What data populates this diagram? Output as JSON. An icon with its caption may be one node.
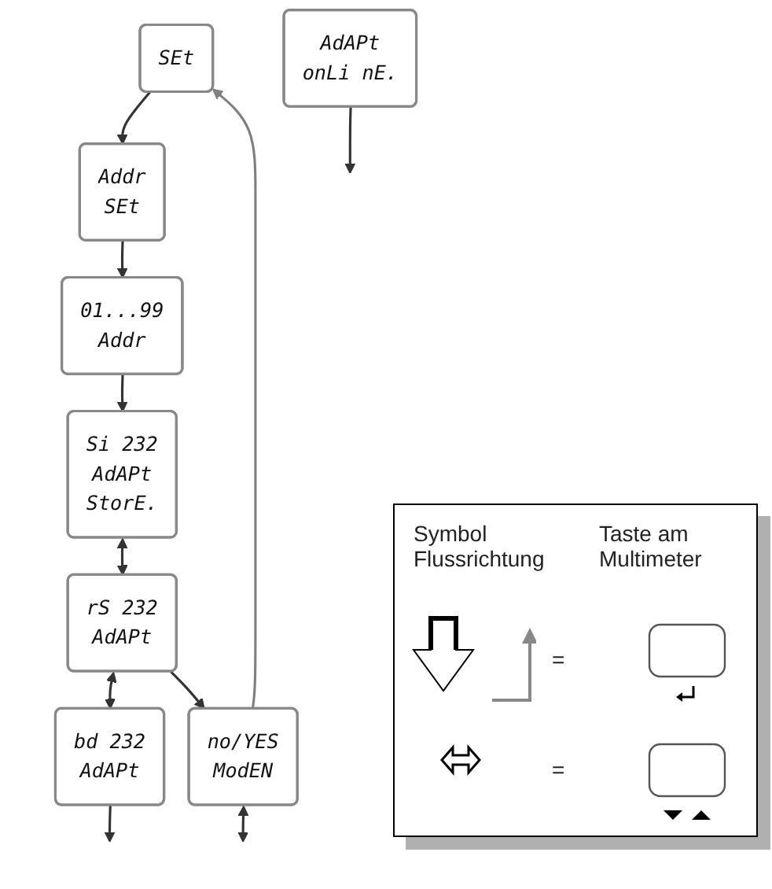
{
  "diagram": {
    "nodes": [
      {
        "text": [
          "SEt"
        ]
      },
      {
        "text": [
          "Addr",
          "SEt"
        ]
      },
      {
        "text": [
          "01...99",
          "Addr"
        ]
      },
      {
        "text": [
          "Si 232",
          "AdAPt",
          "StorE."
        ]
      },
      {
        "text": [
          "AdAPt",
          "onLi nE."
        ]
      },
      {
        "text": [
          "rS 232",
          "AdAPt"
        ]
      },
      {
        "text": [
          "bd 232",
          "AdAPt"
        ]
      },
      {
        "text": [
          "no/YES",
          "ModEN"
        ]
      }
    ],
    "edges": [
      {
        "from": 0,
        "to": 1,
        "arrow": "to"
      },
      {
        "from": 1,
        "to": 2,
        "arrow": "to"
      },
      {
        "from": 2,
        "to": 3,
        "arrow": "to"
      },
      {
        "from": 3,
        "to": 5,
        "arrow": "both"
      },
      {
        "from": 5,
        "to": 6,
        "arrow": "both"
      },
      {
        "from": 4,
        "to": null,
        "arrow": "to"
      },
      {
        "from": 5,
        "to": 7,
        "arrow": "to"
      },
      {
        "from": 6,
        "to": null,
        "arrow": "to"
      },
      {
        "from": 7,
        "to": null,
        "arrow": "both"
      },
      {
        "from": 7,
        "to": 0,
        "arrow": "to",
        "color": "#808080"
      }
    ],
    "labels": [
      "Symbol Flussrichtung",
      "Taste am Multimeter",
      "=",
      "="
    ]
  }
}
